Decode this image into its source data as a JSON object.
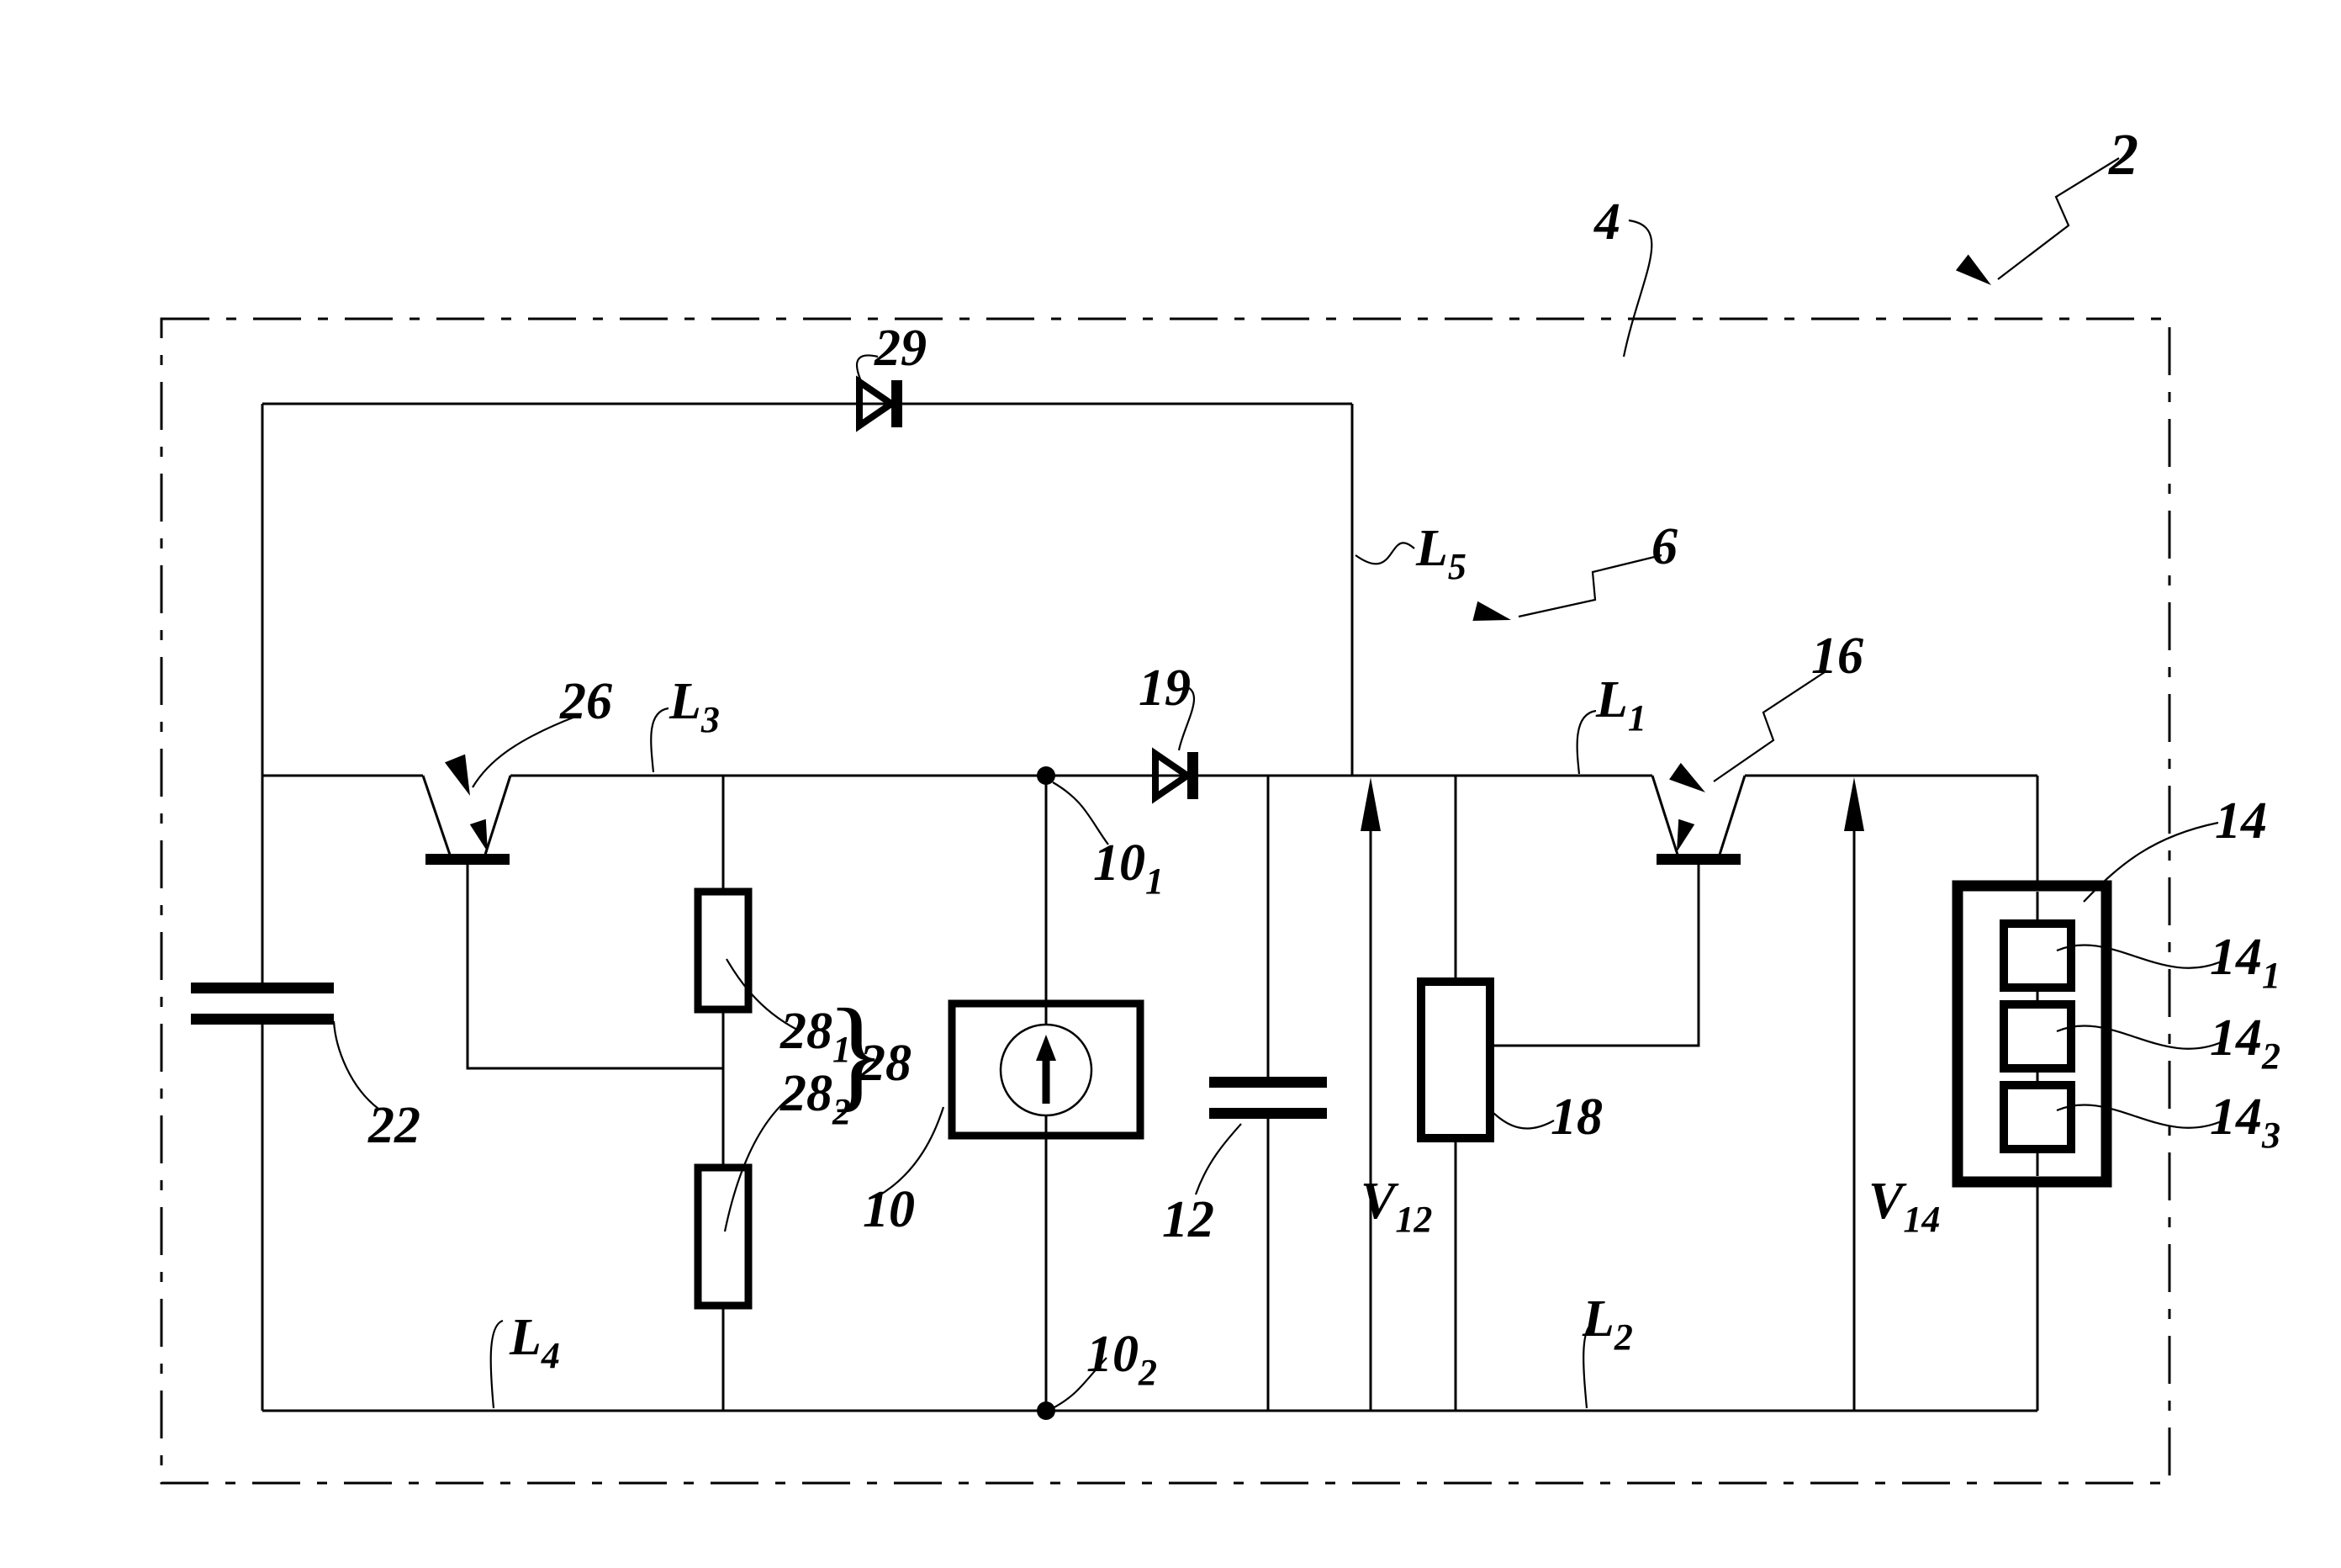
{
  "figure": {
    "kind": "patent-style circuit diagram",
    "background": "#ffffff",
    "ink": "#000000"
  },
  "labels": {
    "r2": "2",
    "r4": "4",
    "r6": "6",
    "r29": "29",
    "r26": "26",
    "r19": "19",
    "r16": "16",
    "r14": "14",
    "r10": "10",
    "r12": "12",
    "r18": "18",
    "r22": "22",
    "r28": "28",
    "brace": "}"
  },
  "subs": {
    "r10_1": {
      "base": "10",
      "sub": "1"
    },
    "r10_2": {
      "base": "10",
      "sub": "2"
    },
    "r14_1": {
      "base": "14",
      "sub": "1"
    },
    "r14_2": {
      "base": "14",
      "sub": "2"
    },
    "r14_3": {
      "base": "14",
      "sub": "3"
    },
    "r28_1": {
      "base": "28",
      "sub": "1"
    },
    "r28_2": {
      "base": "28",
      "sub": "2"
    },
    "L1": {
      "base": "L",
      "sub": "1"
    },
    "L2": {
      "base": "L",
      "sub": "2"
    },
    "L3": {
      "base": "L",
      "sub": "3"
    },
    "L4": {
      "base": "L",
      "sub": "4"
    },
    "L5": {
      "base": "L",
      "sub": "5"
    },
    "V12": {
      "base": "V",
      "sub": "12"
    },
    "V14": {
      "base": "V",
      "sub": "14"
    }
  },
  "components": {
    "enclosure_ref": "2",
    "boundary_ref": "4",
    "inner_circuit_ref": "6",
    "diodes": [
      "29",
      "19"
    ],
    "transistors": [
      "26",
      "16"
    ],
    "capacitors": [
      "22",
      "12"
    ],
    "resistors": [
      "28_1",
      "28_2"
    ],
    "resistor_group": "28",
    "current_source": "10",
    "blocks": [
      "18",
      "14"
    ],
    "cells": [
      "14_1",
      "14_2",
      "14_3"
    ],
    "nodes": [
      "10_1",
      "10_2"
    ],
    "lines": [
      "L1",
      "L2",
      "L3",
      "L4",
      "L5"
    ],
    "voltages": [
      "V12",
      "V14"
    ]
  }
}
